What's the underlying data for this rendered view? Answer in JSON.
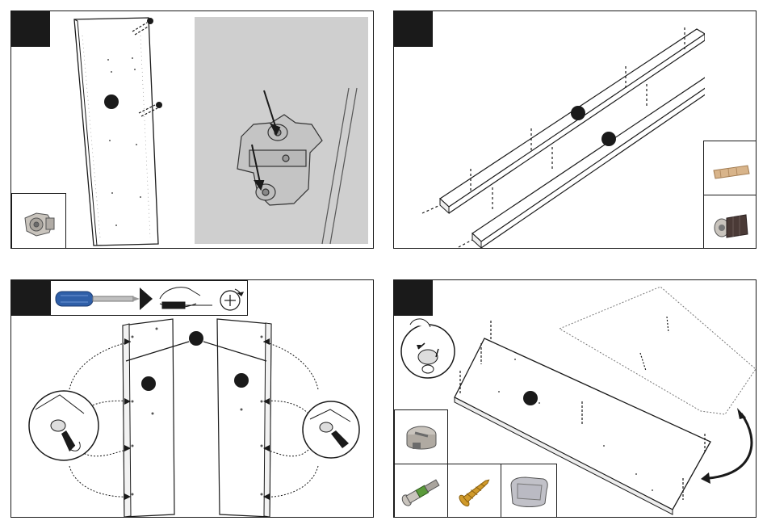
{
  "steps": [
    {
      "id": 1,
      "badge_label": ""
    },
    {
      "id": 2,
      "badge_label": ""
    },
    {
      "id": 3,
      "badge_label": ""
    },
    {
      "id": 4,
      "badge_label": ""
    }
  ],
  "colors": {
    "line": "#1a1a1a",
    "detail_bg": "#cfcfcf",
    "screwdriver_handle": "#2f5fa8",
    "dowel": "#d8b48a",
    "screw_gold": "#d09a2a",
    "cam_silver": "#c9c4bd",
    "cam_shadow": "#6b6b6b",
    "bolt_green": "#5a9a3a",
    "cap_grey": "#8e8e9a"
  },
  "icons": {
    "panel1_inset": "hinge-plate-icon",
    "panel2_inset_top": "wooden-dowel-icon",
    "panel2_inset_bottom": "plastic-plug-icon",
    "panel3_toolbar": [
      "screwdriver-icon",
      "hand-tighten-icon",
      "clockwise-rotate-icon"
    ],
    "panel4_insets": [
      "cam-lock-icon",
      "cam-bolt-icon",
      "wood-screw-icon",
      "cover-cap-icon"
    ]
  }
}
